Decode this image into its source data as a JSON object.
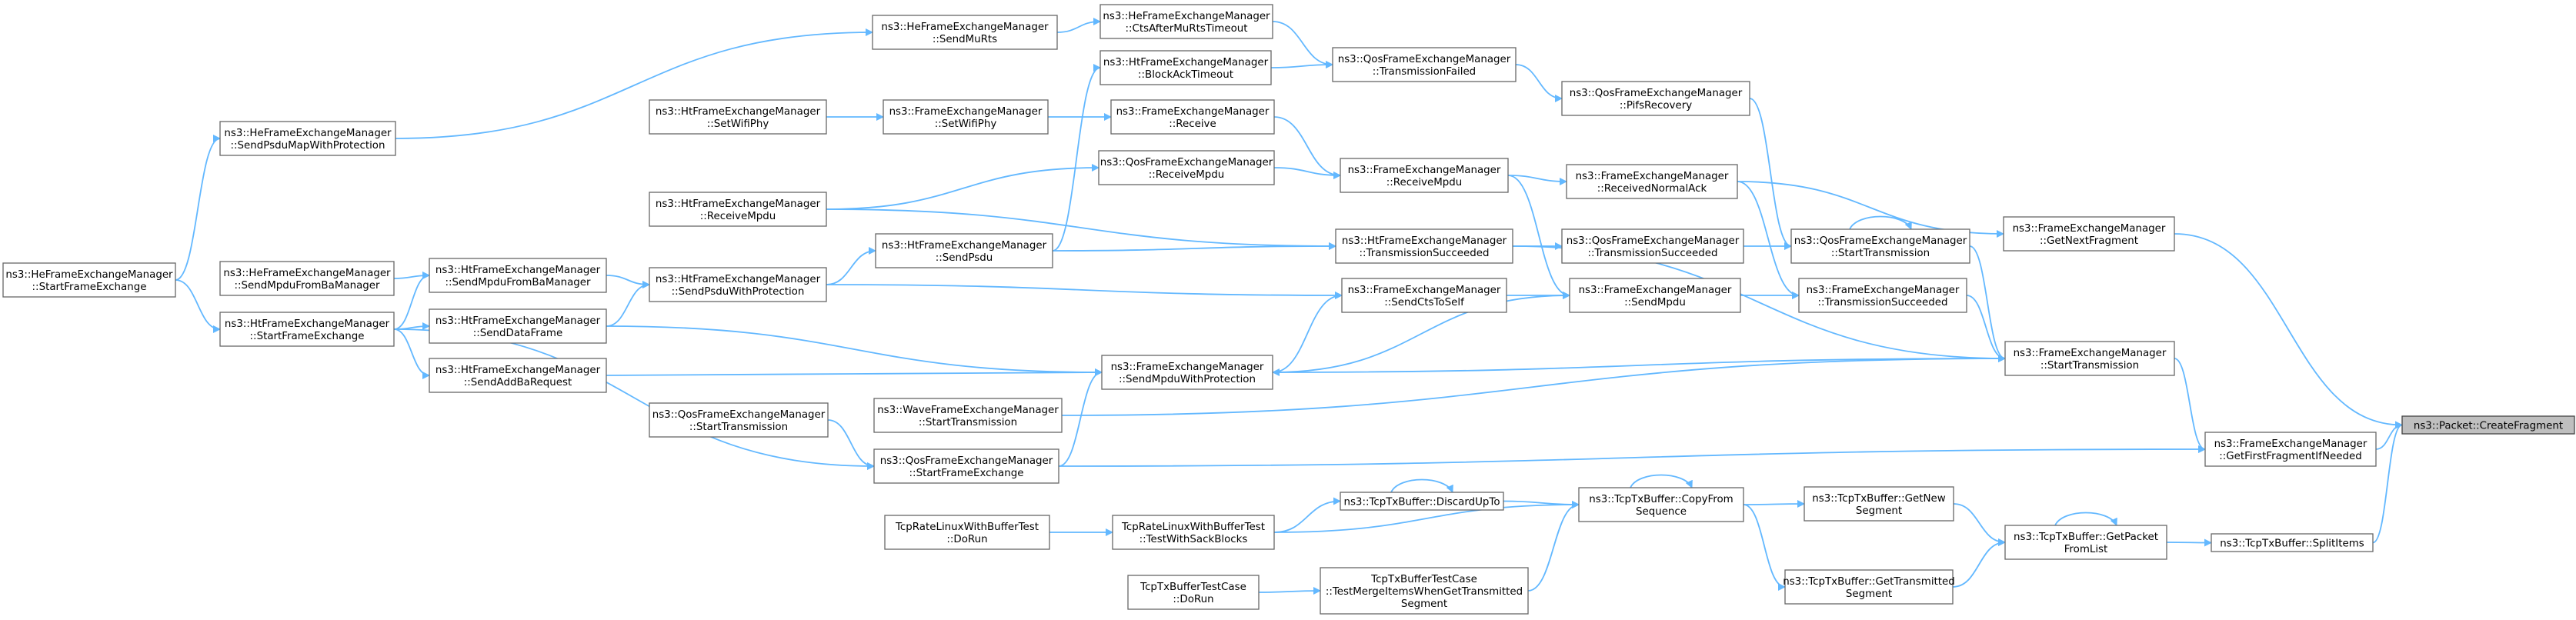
{
  "diagram": {
    "title": "",
    "nodes": [
      {
        "id": "createFragment",
        "lines": [
          "ns3::Packet::CreateFragment"
        ],
        "root": true
      },
      {
        "id": "getNextFragment",
        "lines": [
          "ns3::FrameExchangeManager",
          "::GetNextFragment"
        ]
      },
      {
        "id": "getFirstFragment",
        "lines": [
          "ns3::FrameExchangeManager",
          "::GetFirstFragmentIfNeeded"
        ]
      },
      {
        "id": "splitItems",
        "lines": [
          "ns3::TcpTxBuffer::SplitItems"
        ]
      },
      {
        "id": "getPacketFromList",
        "lines": [
          "ns3::TcpTxBuffer::GetPacket",
          "FromList"
        ]
      },
      {
        "id": "getNewSegment",
        "lines": [
          "ns3::TcpTxBuffer::GetNew",
          "Segment"
        ]
      },
      {
        "id": "getTransmittedSegment",
        "lines": [
          "ns3::TcpTxBuffer::GetTransmitted",
          "Segment"
        ]
      },
      {
        "id": "copyFromSequence",
        "lines": [
          "ns3::TcpTxBuffer::CopyFrom",
          "Sequence"
        ]
      },
      {
        "id": "discardUpTo",
        "lines": [
          "ns3::TcpTxBuffer::DiscardUpTo"
        ]
      },
      {
        "id": "testWithSackBlocks",
        "lines": [
          "TcpRateLinuxWithBufferTest",
          "::TestWithSackBlocks"
        ]
      },
      {
        "id": "rateLinuxDoRun",
        "lines": [
          "TcpRateLinuxWithBufferTest",
          "::DoRun"
        ]
      },
      {
        "id": "testMergeItems",
        "lines": [
          "TcpTxBufferTestCase",
          "::TestMergeItemsWhenGetTransmitted",
          "Segment"
        ]
      },
      {
        "id": "txBufferTestDoRun",
        "lines": [
          "TcpTxBufferTestCase",
          "::DoRun"
        ]
      },
      {
        "id": "fem_startTransmission",
        "lines": [
          "ns3::FrameExchangeManager",
          "::StartTransmission"
        ]
      },
      {
        "id": "qos_startTransmission",
        "lines": [
          "ns3::QosFrameExchangeManager",
          "::StartTransmission"
        ]
      },
      {
        "id": "fem_transmissionSucceeded",
        "lines": [
          "ns3::FrameExchangeManager",
          "::TransmissionSucceeded"
        ]
      },
      {
        "id": "fem_receivedNormalAck",
        "lines": [
          "ns3::FrameExchangeManager",
          "::ReceivedNormalAck"
        ]
      },
      {
        "id": "qos_transmissionSucceeded",
        "lines": [
          "ns3::QosFrameExchangeManager",
          "::TransmissionSucceeded"
        ]
      },
      {
        "id": "fem_sendMpdu",
        "lines": [
          "ns3::FrameExchangeManager",
          "::SendMpdu"
        ]
      },
      {
        "id": "qos_pifsRecovery",
        "lines": [
          "ns3::QosFrameExchangeManager",
          "::PifsRecovery"
        ]
      },
      {
        "id": "qos_transmissionFailed",
        "lines": [
          "ns3::QosFrameExchangeManager",
          "::TransmissionFailed"
        ]
      },
      {
        "id": "fem_receiveMpdu",
        "lines": [
          "ns3::FrameExchangeManager",
          "::ReceiveMpdu"
        ]
      },
      {
        "id": "ht_transmissionSucceeded",
        "lines": [
          "ns3::HtFrameExchangeManager",
          "::TransmissionSucceeded"
        ]
      },
      {
        "id": "fem_sendCtsToSelf",
        "lines": [
          "ns3::FrameExchangeManager",
          "::SendCtsToSelf"
        ]
      },
      {
        "id": "fem_sendMpduWithProtection",
        "lines": [
          "ns3::FrameExchangeManager",
          "::SendMpduWithProtection"
        ]
      },
      {
        "id": "he_ctsAfterMuRtsTimeout",
        "lines": [
          "ns3::HeFrameExchangeManager",
          "::CtsAfterMuRtsTimeout"
        ]
      },
      {
        "id": "ht_blockAckTimeout",
        "lines": [
          "ns3::HtFrameExchangeManager",
          "::BlockAckTimeout"
        ]
      },
      {
        "id": "fem_receive",
        "lines": [
          "ns3::FrameExchangeManager",
          "::Receive"
        ]
      },
      {
        "id": "qos_receiveMpdu",
        "lines": [
          "ns3::QosFrameExchangeManager",
          "::ReceiveMpdu"
        ]
      },
      {
        "id": "wave_startTransmission",
        "lines": [
          "ns3::WaveFrameExchangeManager",
          "::StartTransmission"
        ]
      },
      {
        "id": "qos_startFrameExchange",
        "lines": [
          "ns3::QosFrameExchangeManager",
          "::StartFrameExchange"
        ]
      },
      {
        "id": "he_sendMuRts",
        "lines": [
          "ns3::HeFrameExchangeManager",
          "::SendMuRts"
        ]
      },
      {
        "id": "fem_setWifiPhy",
        "lines": [
          "ns3::FrameExchangeManager",
          "::SetWifiPhy"
        ]
      },
      {
        "id": "ht_sendPsdu",
        "lines": [
          "ns3::HtFrameExchangeManager",
          "::SendPsdu"
        ]
      },
      {
        "id": "ht_setWifiPhy",
        "lines": [
          "ns3::HtFrameExchangeManager",
          "::SetWifiPhy"
        ]
      },
      {
        "id": "ht_receiveMpdu",
        "lines": [
          "ns3::HtFrameExchangeManager",
          "::ReceiveMpdu"
        ]
      },
      {
        "id": "ht_sendPsduWithProtection",
        "lines": [
          "ns3::HtFrameExchangeManager",
          "::SendPsduWithProtection"
        ]
      },
      {
        "id": "ht_sendMpduFromBaManager",
        "lines": [
          "ns3::HtFrameExchangeManager",
          "::SendMpduFromBaManager"
        ]
      },
      {
        "id": "ht_sendDataFrame",
        "lines": [
          "ns3::HtFrameExchangeManager",
          "::SendDataFrame"
        ]
      },
      {
        "id": "ht_sendAddBaRequest",
        "lines": [
          "ns3::HtFrameExchangeManager",
          "::SendAddBaRequest"
        ]
      },
      {
        "id": "qos_startTransmission2",
        "lines": [
          "ns3::QosFrameExchangeManager",
          "::StartTransmission"
        ]
      },
      {
        "id": "he_sendPsduMapWithProtection",
        "lines": [
          "ns3::HeFrameExchangeManager",
          "::SendPsduMapWithProtection"
        ]
      },
      {
        "id": "he_sendMpduFromBaManager",
        "lines": [
          "ns3::HeFrameExchangeManager",
          "::SendMpduFromBaManager"
        ]
      },
      {
        "id": "ht_startFrameExchange",
        "lines": [
          "ns3::HtFrameExchangeManager",
          "::StartFrameExchange"
        ]
      },
      {
        "id": "he_startFrameExchange",
        "lines": [
          "ns3::HeFrameExchangeManager",
          "::StartFrameExchange"
        ]
      }
    ]
  }
}
